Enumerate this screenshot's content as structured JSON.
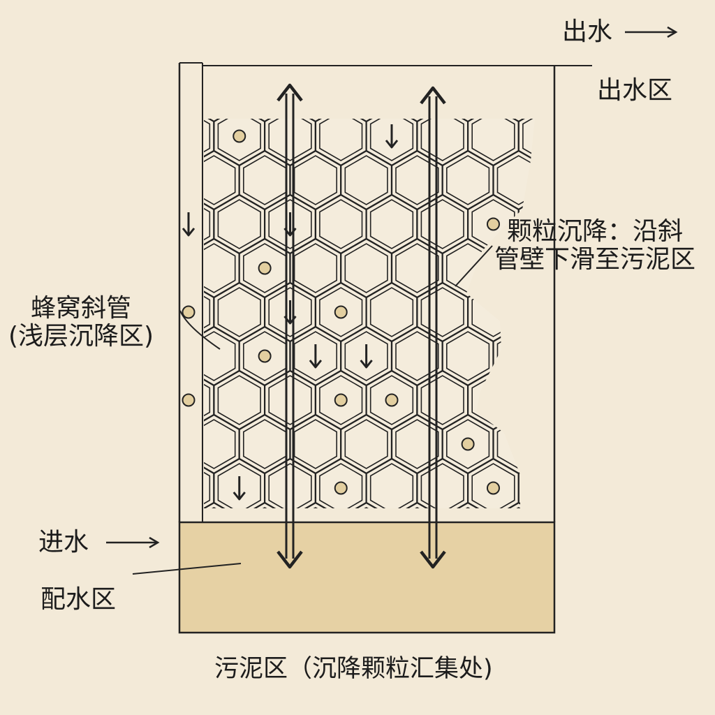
{
  "labels": {
    "outlet_arrow": "出水",
    "outlet_zone": "出水区",
    "particle_settling_line1": "颗粒沉降：沿斜",
    "particle_settling_line2": "管壁下滑至污泥区",
    "honeycomb_line1": "蜂窝斜管",
    "honeycomb_line2": "(浅层沉降区)",
    "inlet_arrow": "进水",
    "distribution_zone": "配水区",
    "sludge_zone": "污泥区（沉降颗粒汇集处)"
  },
  "colors": {
    "background": "#f3ead8",
    "line": "#222222",
    "sludge_fill": "#e6d1a4",
    "cell_fill": "#f4ecdc",
    "particle_fill": "#e3cfa0"
  },
  "icons": {
    "flow_arrow": "long-right-arrow",
    "settling": "down-arrow-icon",
    "particle": "particle-dot-icon"
  }
}
